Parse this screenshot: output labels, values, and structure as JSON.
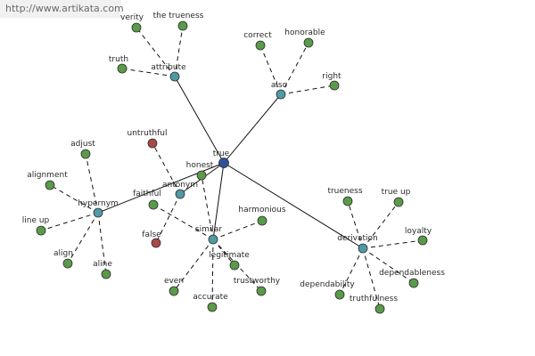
{
  "watermark": "http://www.artikata.com",
  "colors": {
    "center": "#2f4f9a",
    "category": "#4f9aa5",
    "related": "#5a9a4a",
    "opposite": "#a84848"
  },
  "graph": {
    "center": {
      "id": "true",
      "label": "true"
    },
    "categories": [
      {
        "id": "attribute",
        "label": "attribute",
        "children": [
          {
            "id": "verity",
            "label": "verity"
          },
          {
            "id": "the-trueness",
            "label": "the trueness"
          },
          {
            "id": "truth",
            "label": "truth"
          }
        ]
      },
      {
        "id": "also",
        "label": "also",
        "children": [
          {
            "id": "correct",
            "label": "correct"
          },
          {
            "id": "honorable",
            "label": "honorable"
          },
          {
            "id": "right",
            "label": "right"
          }
        ]
      },
      {
        "id": "hypernym",
        "label": "hypernym",
        "children": [
          {
            "id": "adjust",
            "label": "adjust"
          },
          {
            "id": "alignment",
            "label": "alignment"
          },
          {
            "id": "line-up",
            "label": "line up"
          },
          {
            "id": "align",
            "label": "align"
          },
          {
            "id": "aline",
            "label": "aline"
          }
        ]
      },
      {
        "id": "antonym",
        "label": "antonym",
        "children": [
          {
            "id": "untruthful",
            "label": "untruthful",
            "kind": "opposite"
          },
          {
            "id": "false",
            "label": "false",
            "kind": "opposite"
          }
        ]
      },
      {
        "id": "similar",
        "label": "similar",
        "children": [
          {
            "id": "honest",
            "label": "honest"
          },
          {
            "id": "faithful",
            "label": "faithful"
          },
          {
            "id": "harmonious",
            "label": "harmonious"
          },
          {
            "id": "legitimate",
            "label": "legitimate"
          },
          {
            "id": "even",
            "label": "even"
          },
          {
            "id": "accurate",
            "label": "accurate"
          },
          {
            "id": "trustworthy",
            "label": "trustworthy"
          }
        ]
      },
      {
        "id": "derivation",
        "label": "derivation",
        "children": [
          {
            "id": "trueness",
            "label": "trueness"
          },
          {
            "id": "true-up",
            "label": "true up"
          },
          {
            "id": "loyalty",
            "label": "loyalty"
          },
          {
            "id": "dependableness",
            "label": "dependableness"
          },
          {
            "id": "dependability",
            "label": "dependability"
          },
          {
            "id": "truthfulness",
            "label": "truthfulness"
          }
        ]
      }
    ]
  }
}
